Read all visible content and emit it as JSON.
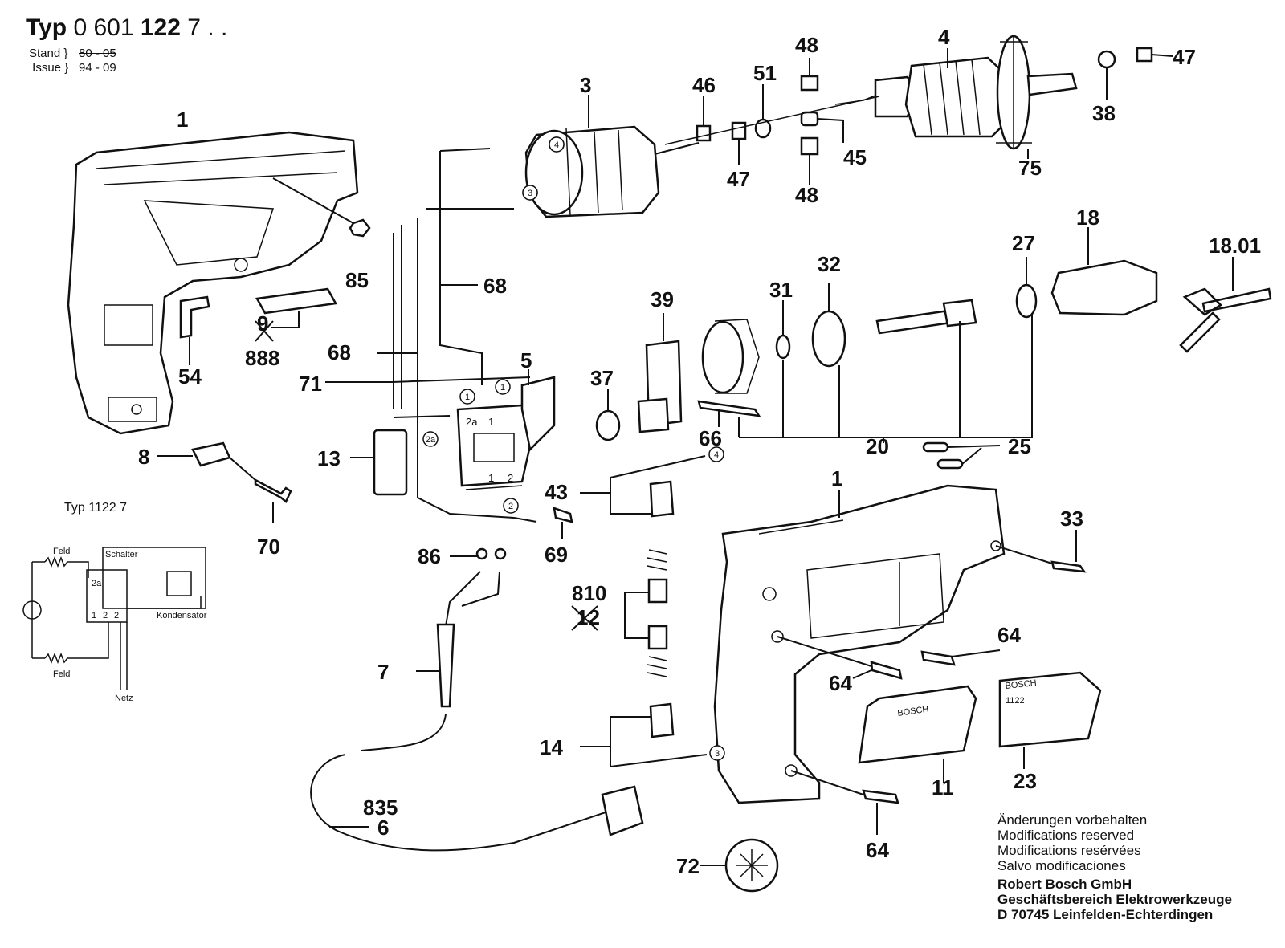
{
  "header": {
    "title_prefix": "Typ",
    "title_number": "0 601",
    "title_number_bold": "122",
    "title_suffix": "7 . .",
    "stand_label": "Stand",
    "stand_value": "80 - 05",
    "issue_label": "Issue",
    "issue_value": "94 - 09"
  },
  "schematic": {
    "title": "Typ  1122 7",
    "feld_top": "Feld",
    "feld_bottom": "Feld",
    "schalter": "Schalter",
    "kondensator": "Kondensator",
    "netz": "Netz",
    "terminal_labels": [
      "2a",
      "1",
      "2",
      "2"
    ]
  },
  "callouts": [
    "1",
    "3",
    "4",
    "46",
    "51",
    "48",
    "47",
    "45",
    "48",
    "38",
    "47",
    "75",
    "85",
    "9",
    "888",
    "54",
    "68",
    "68",
    "71",
    "5",
    "13",
    "8",
    "70",
    "37",
    "39",
    "31",
    "32",
    "27",
    "18",
    "18.01",
    "66",
    "20",
    "25",
    "43",
    "69",
    "86",
    "810",
    "12",
    "7",
    "14",
    "835",
    "6",
    "72",
    "1",
    "33",
    "64",
    "64",
    "64",
    "11",
    "23"
  ],
  "circled_markers": [
    "4",
    "3",
    "1",
    "1",
    "2a",
    "2",
    "4",
    "3"
  ],
  "switch_labels": [
    "2a",
    "1",
    "1",
    "2"
  ],
  "nameplate_brand": "BOSCH",
  "nameplate_model": "1122",
  "notes": [
    "Änderungen vorbehalten",
    "Modifications reserved",
    "Modifications resérvées",
    "Salvo modificaciones"
  ],
  "company": [
    "Robert Bosch GmbH",
    "Geschäftsbereich Elektrowerkzeuge",
    "D 70745 Leinfelden-Echterdingen"
  ]
}
